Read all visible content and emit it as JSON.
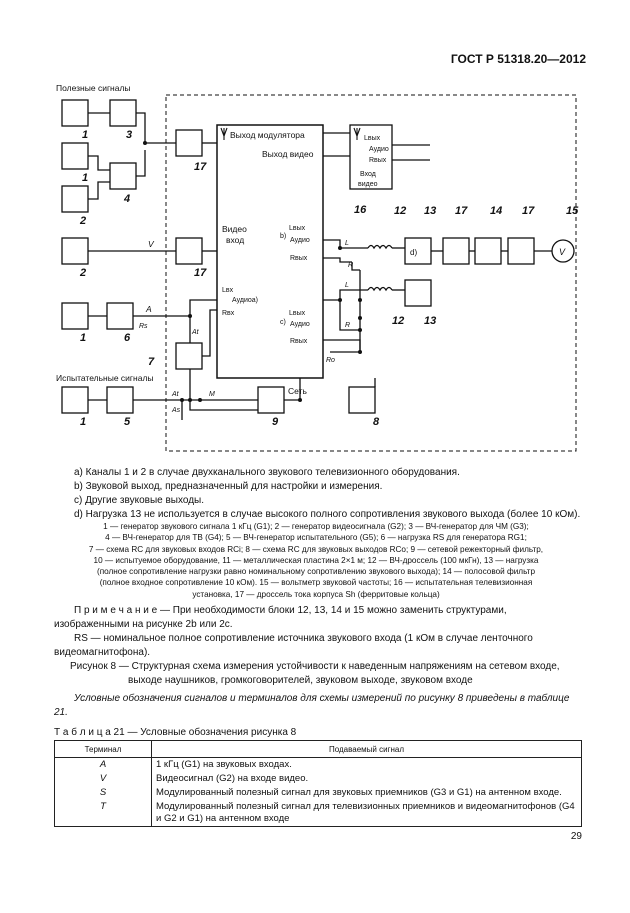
{
  "header": {
    "standard": "ГОСТ Р 51318.20—2012"
  },
  "diagram": {
    "useful_signals": "Полезные сигналы",
    "test_signals": "Испытательные сигналы",
    "mod_output": "Выход модулятора",
    "video_output": "Выход видео",
    "video_in_1": "Видео",
    "video_in_2": "вход",
    "l_out": "Lвых",
    "audio": "Аудио",
    "r_out": "Rвых",
    "l_in": "Lвх",
    "audio_a": "Аудиоa)",
    "r_in": "Rвх",
    "b_mark": "b)",
    "c_mark": "c)",
    "d_mark": "d)",
    "network": "Сеть",
    "video_in_box_1": "Вход",
    "video_in_box_2": "видео",
    "sig_V": "V",
    "sig_A": "A",
    "sig_At": "At",
    "sig_As": "As",
    "sig_M": "M",
    "sig_R": "R",
    "sig_L": "L",
    "sig_Ro": "Ro",
    "sig_Rs": "Rs",
    "volt": "V",
    "num": {
      "n1a": "1",
      "n3": "3",
      "n1b": "1",
      "n2a": "2",
      "n4": "4",
      "n17a": "17",
      "n2b": "2",
      "n17b": "17",
      "n1c": "1",
      "n6": "6",
      "n7": "7",
      "n1d": "1",
      "n5": "5",
      "n9": "9",
      "n8": "8",
      "n16": "16",
      "n12a": "12",
      "n13a": "13",
      "n17c": "17",
      "n14": "14",
      "n17d": "17",
      "n15": "15",
      "n12b": "12",
      "n13b": "13"
    }
  },
  "notes": [
    "a) Каналы 1 и 2 в случае двухканального звукового телевизионного оборудования.",
    "b) Звуковой выход, предназначенный для настройки и измерения.",
    "c) Другие звуковые выходы.",
    "d) Нагрузка 13 не используется в случае высокого полного сопротивления звукового выхода (более 10 кОм)."
  ],
  "legend": [
    "1 — генератор звукового сигнала 1 кГц (G1); 2 — генератор видеосигнала (G2); 3 — ВЧ-генератор для ЧМ (G3);",
    "4 — ВЧ-генератор для ТВ (G4); 5 — ВЧ-генератор испытательного (G5); 6 — нагрузка RS для генератора RG1;",
    "7 — схема RC для звуковых входов RCi; 8 — схема RC для звуковых выходов RCo; 9 — сетевой режекторный фильтр,",
    "10 — испытуемое оборудование, 11 — металлическая пластина 2×1 м; 12 — ВЧ-дроссель (100 мкГн), 13 — нагрузка",
    "(полное сопротивление нагрузки равно номинальному сопротивлению звукового выхода); 14 — полосовой фильтр",
    "(полное входное сопротивление 10 кОм). 15 — вольтметр звуковой частоты; 16 — испытательная телевизионная",
    "установка, 17 — дроссель тока корпуса Sh (ферритовые кольца)"
  ],
  "primechanie": {
    "p1": "П р и м е ч а н и е — При необходимости блоки 12, 13, 14 и 15 можно заменить структурами, изображенными на рисунке 2b или 2c.",
    "p2": "RS — номинальное полное сопротивление источника звукового входа (1 кОм в случае ленточного видеомагнитофона)."
  },
  "caption": "Рисунок 8 — Структурная схема измерения устойчивости к наведенным напряжениям на сетевом входе, выходе наушников, громкоговорителей, звуковом выходе, звуковом входе",
  "intro": "Условные обозначения сигналов и терминалов для схемы измерений по рисунку 8 приведены в таблице 21.",
  "table_caption": "Т а б л и ц а 21 — Условные обозначения рисунка 8",
  "table": {
    "headers": [
      "Терминал",
      "Подаваемый сигнал"
    ],
    "rows": [
      [
        "A",
        "1 кГц (G1) на звуковых входах."
      ],
      [
        "V",
        "Видеосигнал (G2) на входе видео."
      ],
      [
        "S",
        "Модулированный полезный сигнал для звуковых приемников (G3 и G1) на антенном входе."
      ],
      [
        "T",
        "Модулированный полезный сигнал для телевизионных приемников и видеомагнитофонов (G4 и G2 и G1) на антенном входе"
      ]
    ]
  },
  "page_number": "29"
}
